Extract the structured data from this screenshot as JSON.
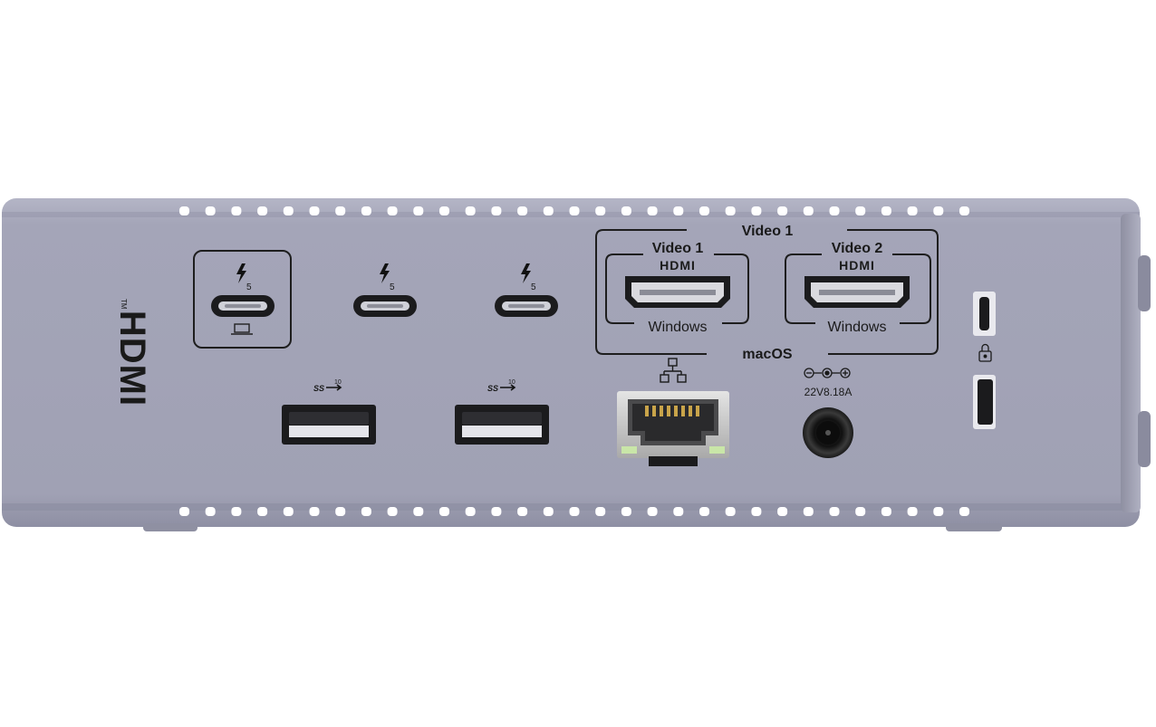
{
  "device": {
    "side_logo": "HDMI",
    "side_logo_tm": "TM",
    "thunderbolt_ports": [
      {
        "version": "5",
        "host": true
      },
      {
        "version": "5",
        "host": false
      },
      {
        "version": "5",
        "host": false
      }
    ],
    "usb_ports": [
      {
        "speed_mark": "SS",
        "speed_gbps": "10"
      },
      {
        "speed_mark": "SS",
        "speed_gbps": "10"
      }
    ],
    "hdmi_group": {
      "top_label": "Video 1",
      "bottom_label": "macOS",
      "ports": [
        {
          "video_label": "Video 1",
          "logo": "HDMI",
          "os_label": "Windows"
        },
        {
          "video_label": "Video 2",
          "logo": "HDMI",
          "os_label": "Windows"
        }
      ]
    },
    "ethernet": {
      "icon": "network-icon"
    },
    "power": {
      "rating": "22V8.18A",
      "icon": "dc-polarity-icon"
    },
    "lock": {
      "icon": "lock-icon"
    },
    "colors": {
      "body": "#a2a3b6",
      "body_dark": "#8b8ca0",
      "port_black": "#1b1b1d",
      "vent": "#ffffff",
      "led_green": "#c9e6a8"
    }
  }
}
